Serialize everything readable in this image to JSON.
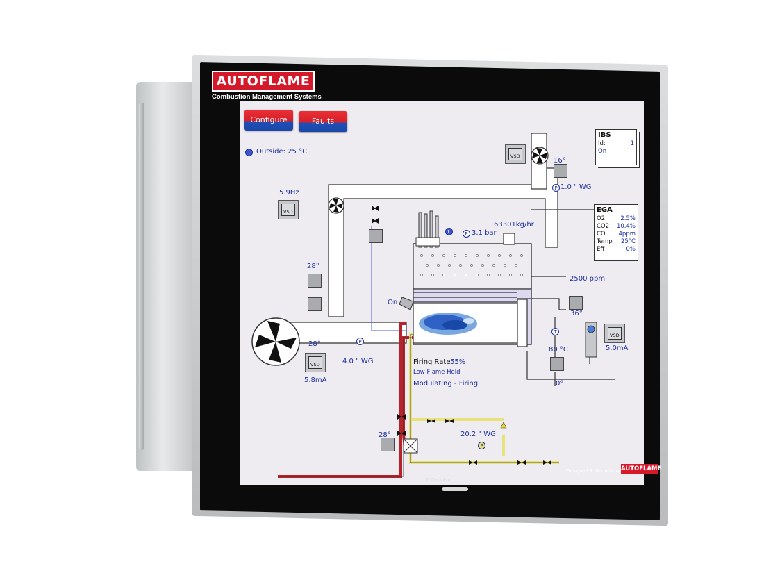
{
  "brand": {
    "logo_text": "AUTOFLAME",
    "tagline": "Combustion Management Systems",
    "designed_by": "Designed & Manufactured By",
    "mini_logo_text": "AUTOFLAME",
    "ir_port_label": "IR Data Port"
  },
  "buttons": {
    "configure": "Configure",
    "faults": "Faults"
  },
  "outside": {
    "icon": "T",
    "text": "Outside: 25 °C"
  },
  "ibs": {
    "title": "IBS",
    "id_label": "Id:",
    "id_value": "1",
    "state": "On"
  },
  "ega": {
    "title": "EGA",
    "rows": [
      {
        "k": "O2",
        "v": "2.5%"
      },
      {
        "k": "CO2",
        "v": "10.4%"
      },
      {
        "k": "CO",
        "v": "4ppm"
      },
      {
        "k": "Temp",
        "v": "25°C"
      },
      {
        "k": "Eff",
        "v": "0%"
      }
    ]
  },
  "readings": {
    "vsd_top_hz": "5.9Hz",
    "stack_temp": "16°",
    "stack_pressure": "1.0 \" WG",
    "steam_flow": "63301kg/hr",
    "steam_pressure": "3.1 bar",
    "level_icon": "L",
    "pressure_icon": "P",
    "air_damper_temp": "28°",
    "fan_temp": "28°",
    "fan_current": "5.8mA",
    "air_pressure": "4.0 \" WG",
    "burner_state": "On",
    "tds": "2500 ppm",
    "tds_temp": "36°",
    "feed_temp": "80 °C",
    "feed_vsd_current": "5.0mA",
    "blowdown_angle": "0°",
    "gas_valve_temp": "28°",
    "gas_pressure": "20.2 \" WG"
  },
  "firing": {
    "rate_label": "Firing Rate",
    "rate_value": "55%",
    "hold": "Low Flame Hold",
    "mode": "Modulating - Firing"
  },
  "icons": {
    "vsd_label": "VSD",
    "fan": "fan-icon",
    "flame": "flame-icon",
    "valve": "valve-icon"
  },
  "colors": {
    "brand_red": "#d4192b",
    "screen_bg": "#eeebf1",
    "label_blue": "#1c2f9c",
    "gas_yellow": "#e8e27a",
    "oil_red": "#b8232b"
  }
}
